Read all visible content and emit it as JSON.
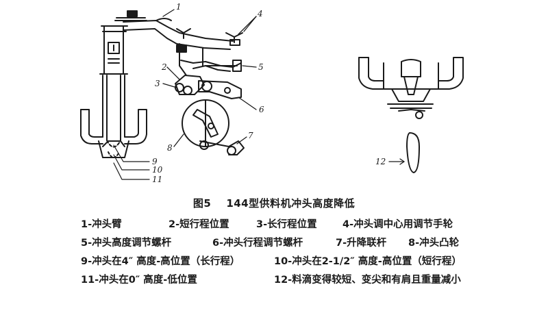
{
  "figure": {
    "labels": [
      "1",
      "2",
      "3",
      "4",
      "5",
      "6",
      "7",
      "8",
      "9",
      "10",
      "11",
      "12"
    ]
  },
  "caption": {
    "number": "图5",
    "title": "144型供料机冲头高度降低"
  },
  "legend": [
    "1-冲头臂",
    "2-短行程位置",
    "3-长行程位置",
    "4-冲头调中心用调节手轮",
    "5-冲头高度调节螺杆",
    "6-冲头行程调节螺杆",
    "7-升降联杆",
    "8-冲头凸轮",
    "9-冲头在4″ 高度-高位置（长行程）",
    "10-冲头在2-1/2″ 高度-高位置（短行程）",
    "11-冲头在0″ 高度-低位置",
    "12-料滴变得较短、变尖和有肩且重量减小"
  ]
}
